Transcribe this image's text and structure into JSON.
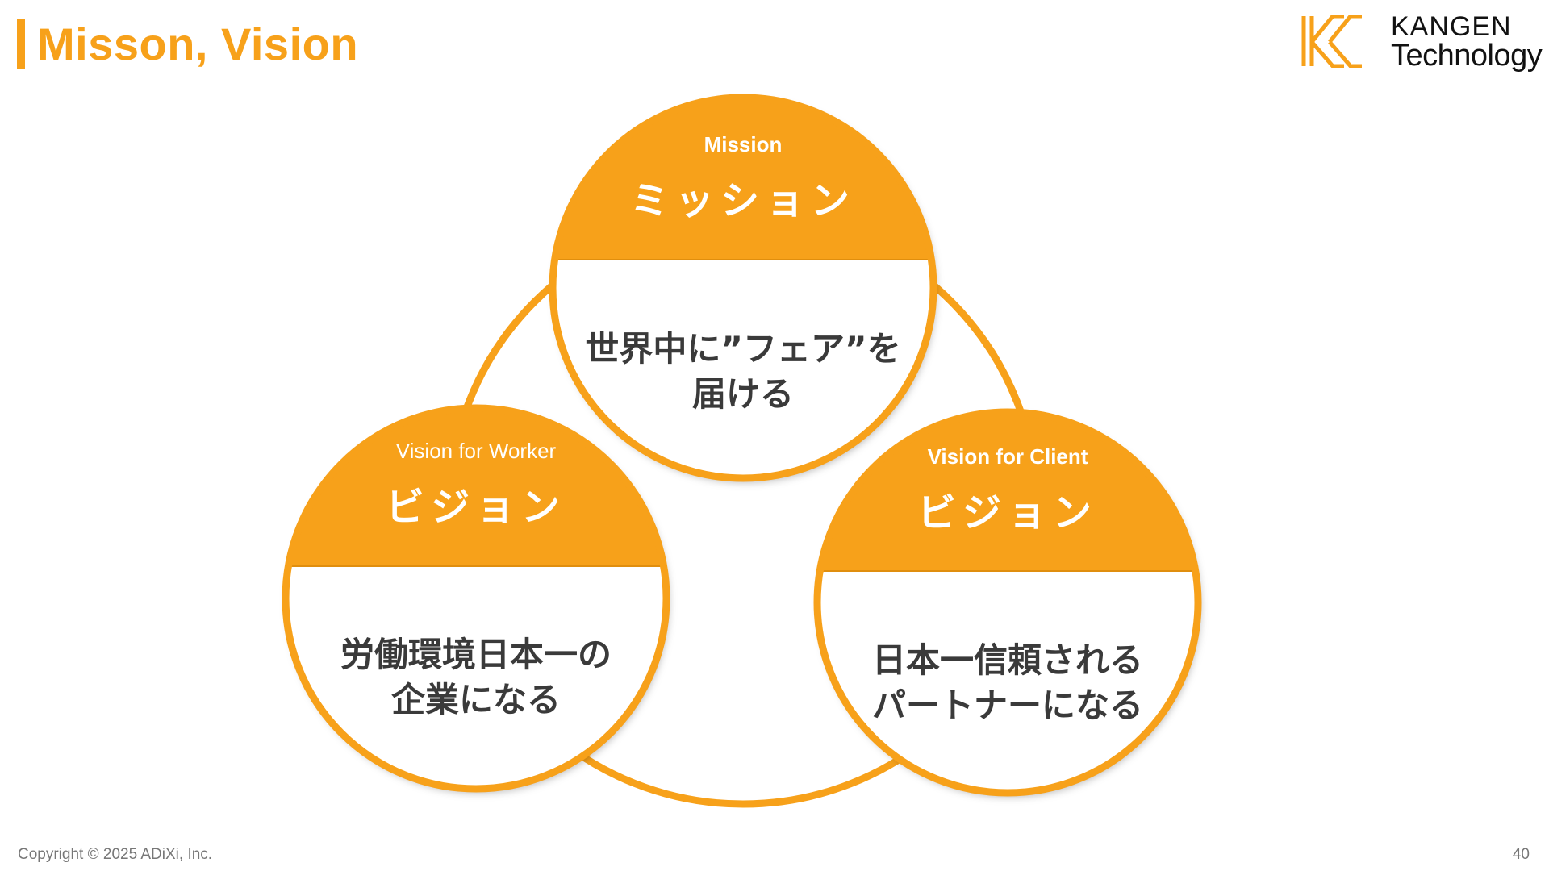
{
  "header": {
    "title": "Misson, Vision",
    "logo": {
      "line1": "KANGEN",
      "line2": "Technology",
      "icon": "kangen-k-logo-icon"
    }
  },
  "colors": {
    "accent": "#f7a11a",
    "text_dark": "#3a3a3a",
    "white": "#ffffff"
  },
  "nodes": [
    {
      "id": "mission",
      "label_en": "Mission",
      "label_jp": "ミッション",
      "body": [
        "世界中に”フェア”を",
        "届ける"
      ]
    },
    {
      "id": "vision-worker",
      "label_en": "Vision for Worker",
      "label_jp": "ビジョン",
      "body": [
        "労働環境日本一の",
        "企業になる"
      ]
    },
    {
      "id": "vision-client",
      "label_en": "Vision for Client",
      "label_jp": "ビジョン",
      "body": [
        "日本一信頼される",
        "パートナーになる"
      ]
    }
  ],
  "footer": {
    "copyright": "Copyright © 2025 ADiXi, Inc.",
    "page_number": "40"
  }
}
